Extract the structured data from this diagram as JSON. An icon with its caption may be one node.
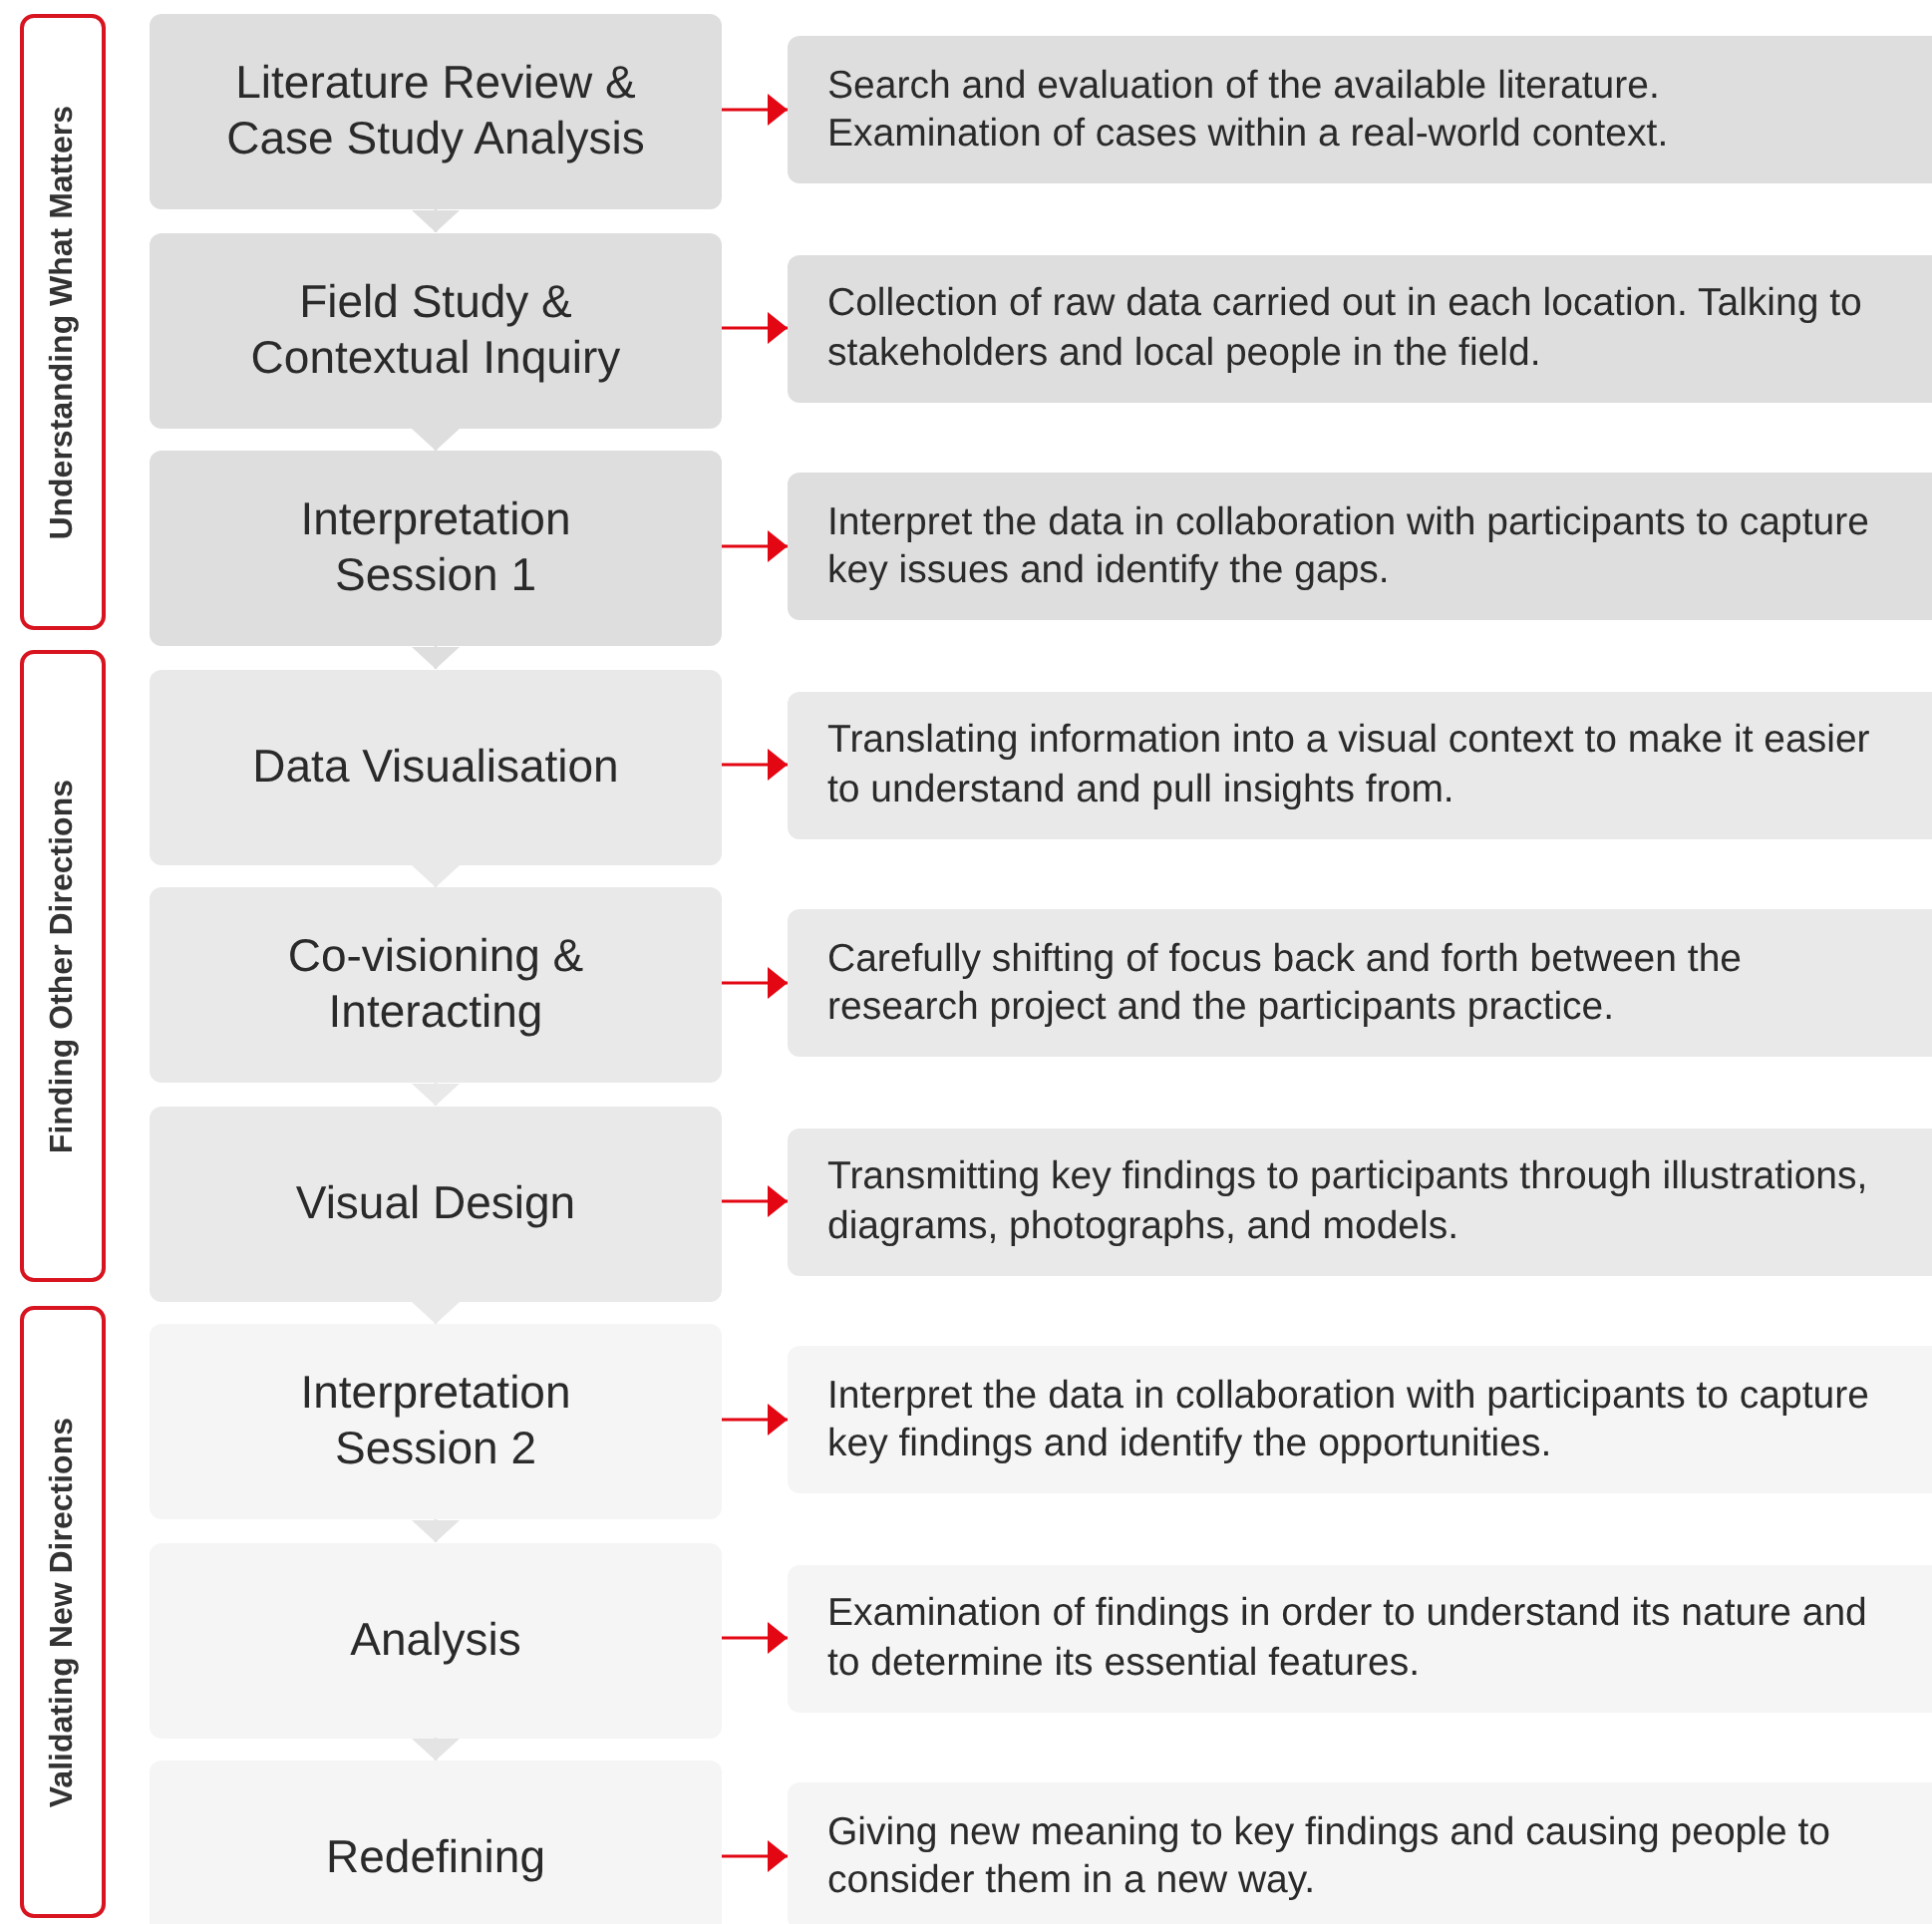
{
  "diagram": {
    "nodes": [
      {
        "text": [
          "Understanding What Matters"
        ]
      },
      {
        "text": [
          "Finding Other Directions"
        ]
      },
      {
        "text": [
          "Validating New Directions"
        ]
      },
      {
        "text": [
          "Literature Review & Case Study Analysis"
        ]
      },
      {
        "text": [
          "Field Study & Contextual Inquiry"
        ]
      },
      {
        "text": [
          "Interpretation Session 1"
        ]
      },
      {
        "text": [
          "Data Visualisation"
        ]
      },
      {
        "text": [
          "Co-visioning & Interacting"
        ]
      },
      {
        "text": [
          "Visual Design"
        ]
      },
      {
        "text": [
          "Interpretation Session 2"
        ]
      },
      {
        "text": [
          "Analysis"
        ]
      },
      {
        "text": [
          "Redefining"
        ]
      },
      {
        "text": [
          "Search and evaluation of the available literature. Examination of cases within a real-world context."
        ]
      },
      {
        "text": [
          "Collection of raw data carried out in each location. Talking to stakeholders and local people in the field."
        ]
      },
      {
        "text": [
          "Interpret the data in collaboration with participants to capture key issues and identify the gaps."
        ]
      },
      {
        "text": [
          "Translating information into a visual context to make it easier to understand and pull insights from."
        ]
      },
      {
        "text": [
          "Carefully shifting of focus back and forth between the research project and the participants practice."
        ]
      },
      {
        "text": [
          "Transmitting key findings to participants through illustrations, diagrams, photographs, and models."
        ]
      },
      {
        "text": [
          "Interpret the data in collaboration with participants to capture key findings and identify the opportunities."
        ]
      },
      {
        "text": [
          "Examination of findings in order to understand its nature and to determine its essential features."
        ]
      },
      {
        "text": [
          "Giving new meaning to key findings and causing people to consider them in a new way."
        ]
      }
    ],
    "edges": [
      {
        "from": 3,
        "to": 12,
        "arrow": "to"
      },
      {
        "from": 4,
        "to": 13,
        "arrow": "to"
      },
      {
        "from": 5,
        "to": 14,
        "arrow": "to"
      },
      {
        "from": 6,
        "to": 15,
        "arrow": "to"
      },
      {
        "from": 7,
        "to": 16,
        "arrow": "to"
      },
      {
        "from": 8,
        "to": 17,
        "arrow": "to"
      },
      {
        "from": 9,
        "to": 18,
        "arrow": "to"
      },
      {
        "from": 10,
        "to": 19,
        "arrow": "to"
      },
      {
        "from": 11,
        "to": 20,
        "arrow": "to"
      },
      {
        "from": 3,
        "to": 4,
        "arrow": "to",
        "color": "#dedede"
      },
      {
        "from": 4,
        "to": 5,
        "arrow": "to",
        "color": "#dedede"
      },
      {
        "from": 5,
        "to": 6,
        "arrow": "to",
        "color": "#dedede"
      },
      {
        "from": 6,
        "to": 7,
        "arrow": "to",
        "color": "#e9e9e9"
      },
      {
        "from": 7,
        "to": 8,
        "arrow": "to",
        "color": "#e9e9e9"
      },
      {
        "from": 8,
        "to": 9,
        "arrow": "to",
        "color": "#e9e9e9"
      },
      {
        "from": 9,
        "to": 10,
        "arrow": "to",
        "color": "#e4e4e4"
      },
      {
        "from": 10,
        "to": 11,
        "arrow": "to",
        "color": "#e4e4e4"
      }
    ]
  }
}
